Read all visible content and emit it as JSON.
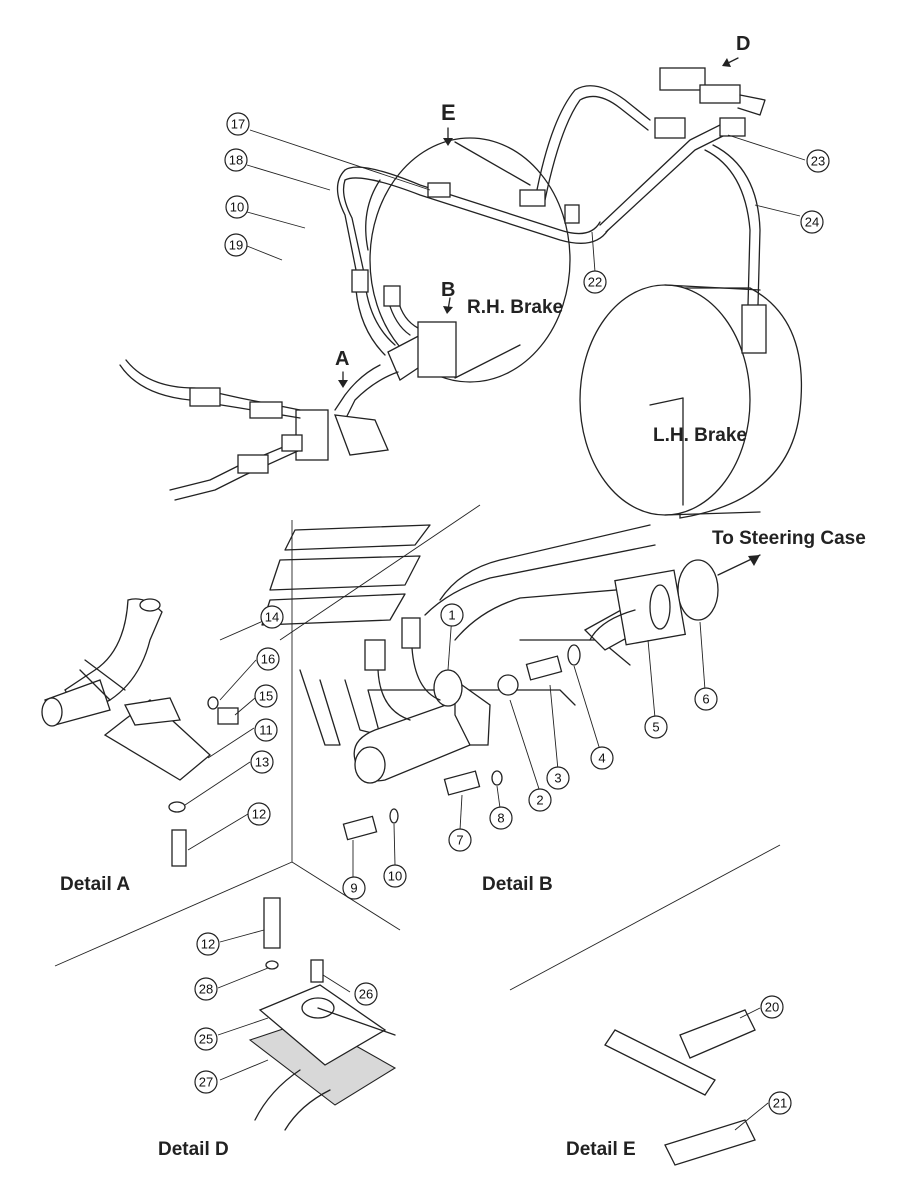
{
  "labels": {
    "rh_brake": "R.H. Brake",
    "lh_brake": "L.H. Brake",
    "to_steering_case": "To Steering Case",
    "detail_a": "Detail A",
    "detail_b": "Detail B",
    "detail_d": "Detail D",
    "detail_e": "Detail E",
    "view_a": "A",
    "view_b": "B",
    "view_d": "D",
    "view_e": "E"
  },
  "callouts": {
    "c1": "1",
    "c2": "2",
    "c3": "3",
    "c4": "4",
    "c5": "5",
    "c6": "6",
    "c7": "7",
    "c8": "8",
    "c9": "9",
    "c10a": "10",
    "c10b": "10",
    "c11": "11",
    "c12a": "12",
    "c12b": "12",
    "c13": "13",
    "c14": "14",
    "c15": "15",
    "c16": "16",
    "c17": "17",
    "c18": "18",
    "c19": "19",
    "c20": "20",
    "c21": "21",
    "c22": "22",
    "c23": "23",
    "c24": "24",
    "c25": "25",
    "c26": "26",
    "c27": "27",
    "c28": "28"
  }
}
